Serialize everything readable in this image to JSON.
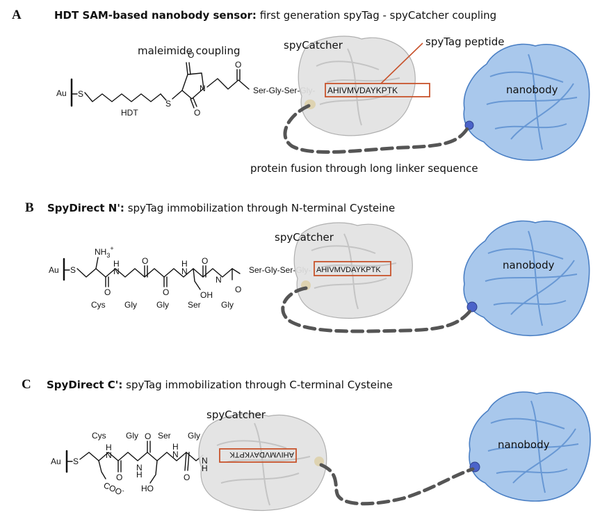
{
  "section_a": {
    "letter": "A",
    "title_bold": "HDT SAM-based nanobody sensor:",
    "title_rest": " first generation spyTag - spyCatcher coupling",
    "maleimide_label": "maleimide coupling",
    "spycatcher_label": "spyCatcher",
    "spytag_peptide_label": "spyTag peptide",
    "nanobody_label": "nanobody",
    "fusion_label": "protein fusion through long linker sequence",
    "chem": {
      "au": "Au",
      "s1": "S",
      "s2": "S",
      "n": "N",
      "o_top": "O",
      "o_bottom": "O",
      "o_carbonyl": "O",
      "hdt": "HDT"
    },
    "linker_seq": "Ser-Gly-Ser-Gly-",
    "spytag_seq": "AHIVMVDAYKPTK"
  },
  "section_b": {
    "letter": "B",
    "title_bold": "SpyDirect N':",
    "title_rest": " spyTag immobilization through  N-terminal Cysteine",
    "spycatcher_label": "spyCatcher",
    "nanobody_label": "nanobody",
    "chem": {
      "au": "Au",
      "s": "S",
      "nh3": "NH",
      "nh3_sub": "3",
      "nh3_sup": "+",
      "h": "H",
      "n": "N",
      "o": "O",
      "oh": "OH"
    },
    "residues": [
      "Cys",
      "Gly",
      "Gly",
      "Ser",
      "Gly"
    ],
    "linker_seq": "Ser-Gly-Ser-Gly-",
    "spytag_seq": "AHIVMVDAYKPTK"
  },
  "section_c": {
    "letter": "C",
    "title_bold": "SpyDirect C':",
    "title_rest": " spyTag immobilization through  C-terminal Cysteine",
    "spycatcher_label": "spyCatcher",
    "nanobody_label": "nanobody",
    "chem": {
      "au": "Au",
      "s": "S",
      "n": "N",
      "h": "H",
      "o": "O",
      "oh": "HO",
      "coo": "COO",
      "coo_sup": "-"
    },
    "residues": [
      "Cys",
      "Gly",
      "Ser",
      "Gly"
    ],
    "spytag_seq": "AHIVMVDAYKPTK"
  }
}
